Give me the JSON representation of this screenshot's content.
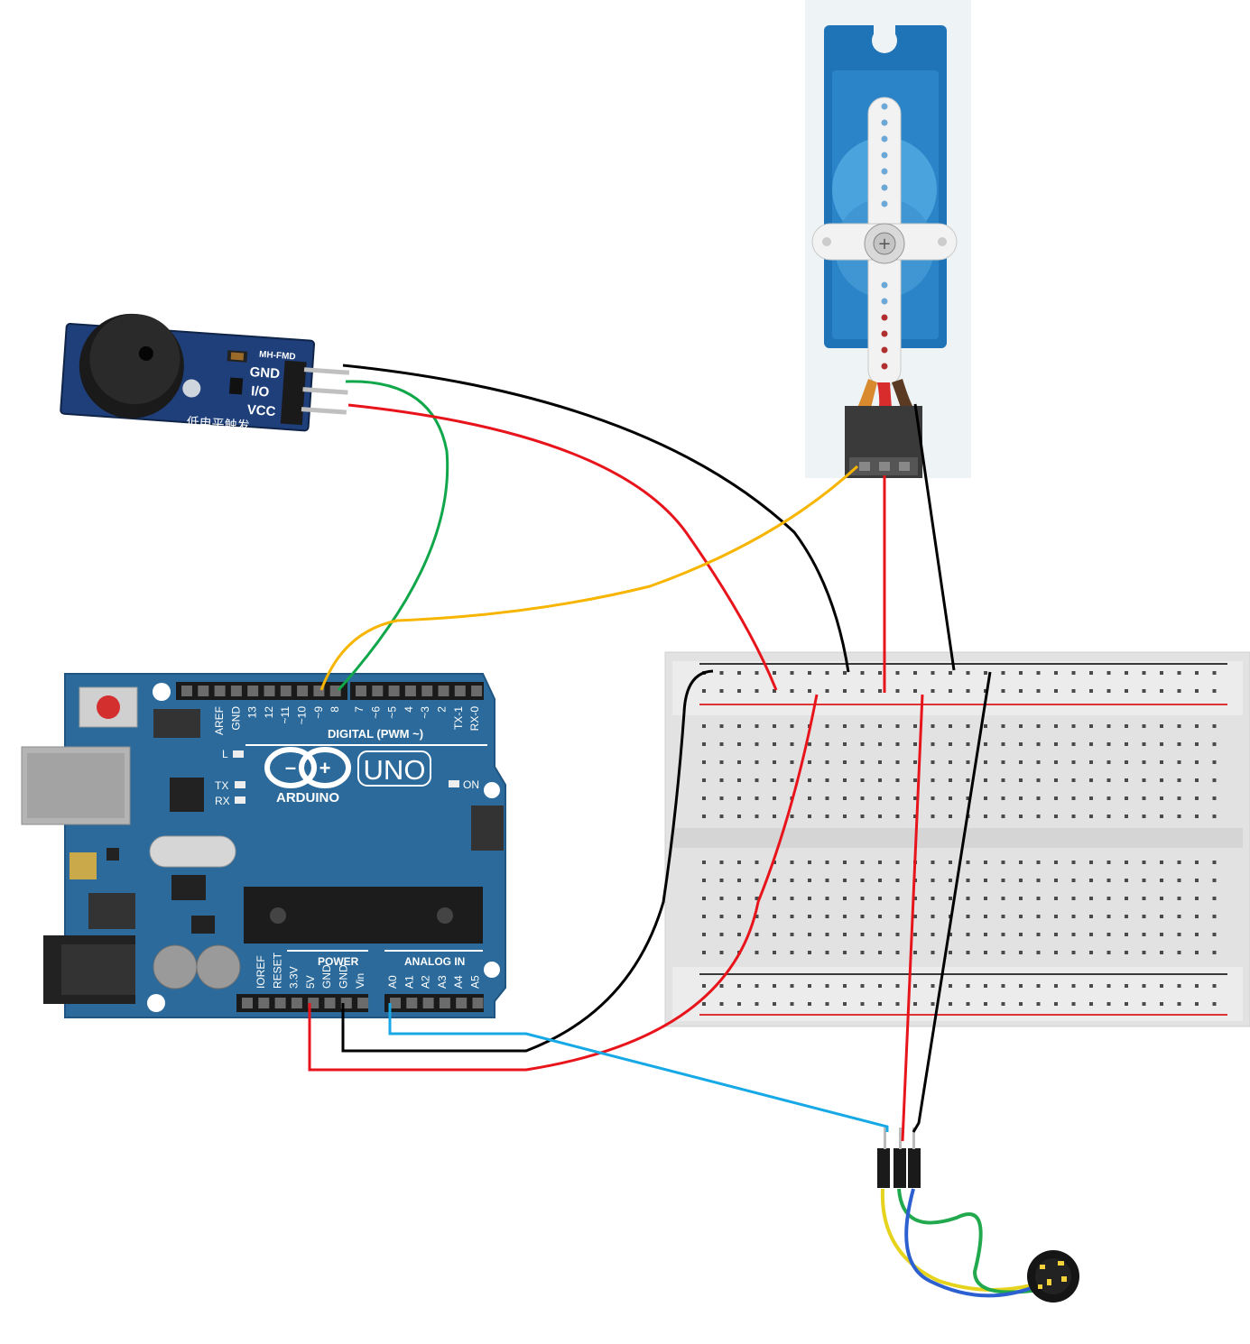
{
  "buzzer": {
    "model": "MH-FMD",
    "pins": [
      "GND",
      "I/O",
      "VCC"
    ],
    "caption": "低电平触发"
  },
  "arduino": {
    "logo_text": "ARDUINO",
    "model": "UNO",
    "digital_header": "DIGITAL (PWM ~)",
    "digital_pins": [
      "AREF",
      "GND",
      "13",
      "12",
      "~11",
      "~10",
      "~9",
      "8",
      "7",
      "~6",
      "~5",
      "4",
      "~3",
      "2",
      "TX-1",
      "RX-0"
    ],
    "power_header": "POWER",
    "power_pins": [
      "IOREF",
      "RESET",
      "3.3V",
      "5V",
      "GND",
      "GND",
      "Vin"
    ],
    "analog_header": "ANALOG IN",
    "analog_pins": [
      "A0",
      "A1",
      "A2",
      "A3",
      "A4",
      "A5"
    ],
    "led_l": "L",
    "led_tx": "TX",
    "led_rx": "RX",
    "led_on": "ON"
  },
  "wire_colors": {
    "ground": "#000000",
    "power": "#e8141b",
    "buzzer_signal": "#10a64a",
    "servo_signal": "#f7b500",
    "pulse_signal": "#17a9e6",
    "board": "#2b6a9a"
  }
}
